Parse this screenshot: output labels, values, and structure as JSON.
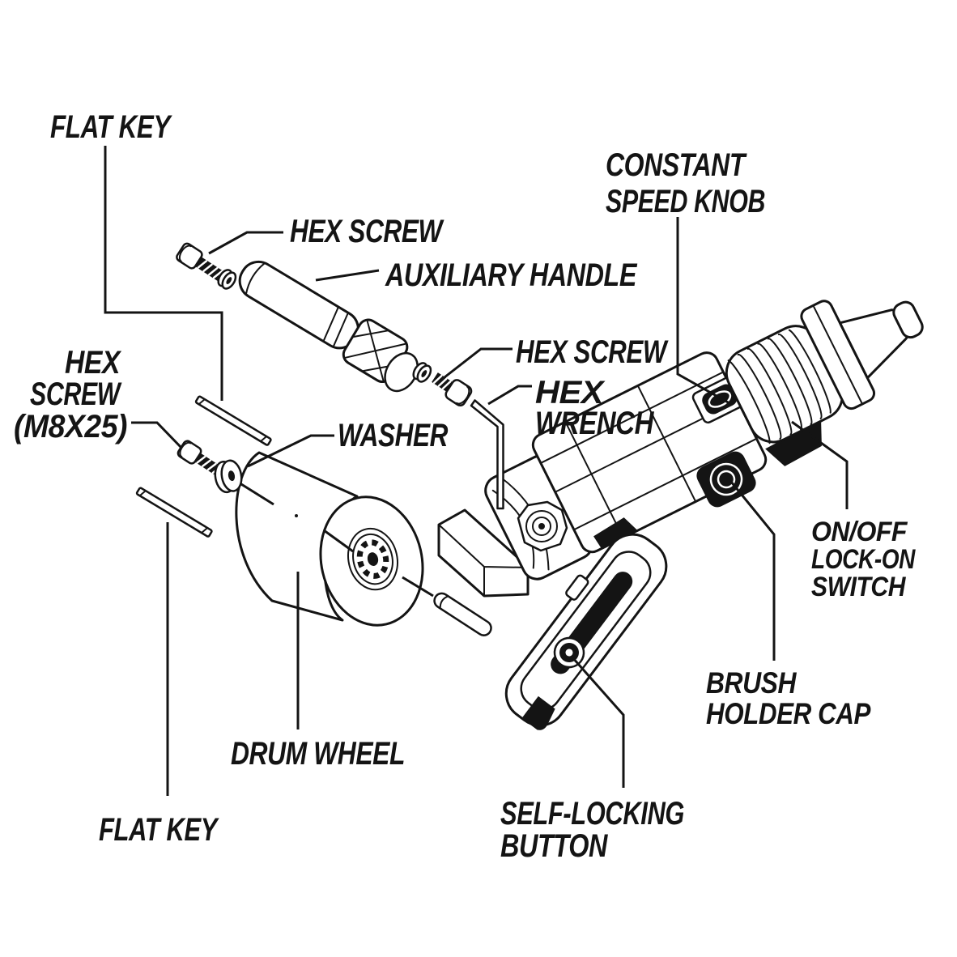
{
  "diagram": {
    "background": "#ffffff",
    "ink": "#141414",
    "labels": {
      "flat_key_top": "FLAT KEY",
      "hex_screw_top": "HEX SCREW",
      "auxiliary_handle": "AUXILIARY HANDLE",
      "hex_screw_mid": "HEX SCREW",
      "hex_wrench_line1": "HEX",
      "hex_wrench_line2": "WRENCH",
      "constant_speed_line1": "CONSTANT",
      "constant_speed_line2": "SPEED KNOB",
      "hex_screw_m8_line1": "HEX",
      "hex_screw_m8_line2": "SCREW",
      "hex_screw_m8_line3": "(M8X25)",
      "washer": "WASHER",
      "on_off_line1": "ON/OFF",
      "on_off_line2": "LOCK-ON",
      "on_off_line3": "SWITCH",
      "brush_holder_line1": "BRUSH",
      "brush_holder_line2": "HOLDER CAP",
      "drum_wheel": "DRUM WHEEL",
      "flat_key_bottom": "FLAT KEY",
      "self_locking_line1": "SELF-LOCKING",
      "self_locking_line2": "BUTTON"
    }
  }
}
